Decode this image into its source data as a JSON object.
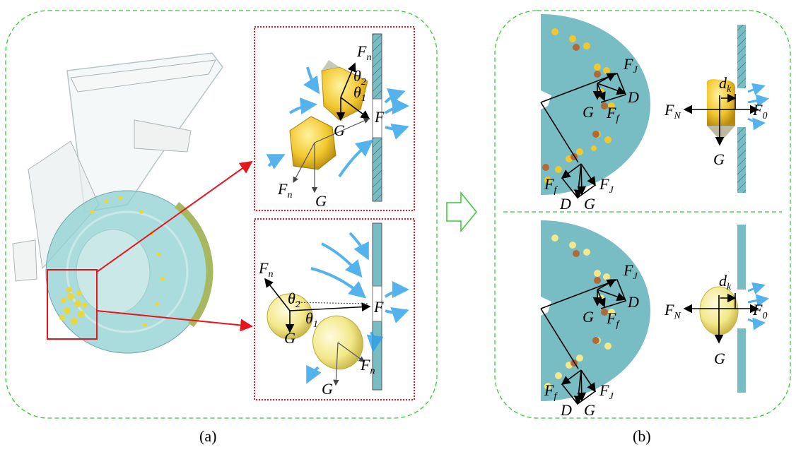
{
  "panels": {
    "a": {
      "caption": "(a)"
    },
    "b": {
      "caption": "(b)"
    }
  },
  "colors": {
    "panel_border": "#33cc33",
    "inset_border": "#e8141c",
    "pointer_arrow": "#e8141c",
    "disc": "#78bcc4",
    "seed_yellow": "#f2c830",
    "seed_brown": "#b06a38",
    "airflow": "#2aa0e8"
  },
  "labels": {
    "a_top_Fn1": {
      "base": "F",
      "sub": "n"
    },
    "a_top_theta2": {
      "base": "θ",
      "sub": "2"
    },
    "a_top_theta1": {
      "base": "θ",
      "sub": "1"
    },
    "a_top_F": {
      "base": "F",
      "sub": ""
    },
    "a_top_G1": {
      "base": "G",
      "sub": ""
    },
    "a_top_Fn2": {
      "base": "F",
      "sub": "n"
    },
    "a_top_G2": {
      "base": "G",
      "sub": ""
    },
    "a_bot_Fn1": {
      "base": "F",
      "sub": "n"
    },
    "a_bot_theta2": {
      "base": "θ",
      "sub": "2"
    },
    "a_bot_theta1": {
      "base": "θ",
      "sub": "1"
    },
    "a_bot_F": {
      "base": "F",
      "sub": ""
    },
    "a_bot_G1": {
      "base": "G",
      "sub": ""
    },
    "a_bot_Fn2": {
      "base": "F",
      "sub": "n"
    },
    "a_bot_G2": {
      "base": "G",
      "sub": ""
    },
    "b_top_FJ1": {
      "base": "F",
      "sub": "J"
    },
    "b_top_D1": {
      "base": "D",
      "sub": ""
    },
    "b_top_G1": {
      "base": "G",
      "sub": ""
    },
    "b_top_Ff1": {
      "base": "F",
      "sub": "f"
    },
    "b_top_FJ2": {
      "base": "F",
      "sub": "J"
    },
    "b_top_Ff2": {
      "base": "F",
      "sub": "f"
    },
    "b_top_D2": {
      "base": "D",
      "sub": ""
    },
    "b_top_G2": {
      "base": "G",
      "sub": ""
    },
    "b_top_dk": {
      "base": "d",
      "sub": "k"
    },
    "b_top_FN": {
      "base": "F",
      "sub": "N"
    },
    "b_top_F0": {
      "base": "F",
      "sub": "0"
    },
    "b_top_G3": {
      "base": "G",
      "sub": ""
    },
    "b_bot_FJ1": {
      "base": "F",
      "sub": "J"
    },
    "b_bot_D1": {
      "base": "D",
      "sub": ""
    },
    "b_bot_G1": {
      "base": "G",
      "sub": ""
    },
    "b_bot_Ff1": {
      "base": "F",
      "sub": "f"
    },
    "b_bot_FJ2": {
      "base": "F",
      "sub": "J"
    },
    "b_bot_Ff2": {
      "base": "F",
      "sub": "f"
    },
    "b_bot_D2": {
      "base": "D",
      "sub": ""
    },
    "b_bot_G2": {
      "base": "G",
      "sub": ""
    },
    "b_bot_dk": {
      "base": "d",
      "sub": "k"
    },
    "b_bot_FN": {
      "base": "F",
      "sub": "N"
    },
    "b_bot_F0": {
      "base": "F",
      "sub": "0"
    },
    "b_bot_G3": {
      "base": "G",
      "sub": ""
    }
  }
}
